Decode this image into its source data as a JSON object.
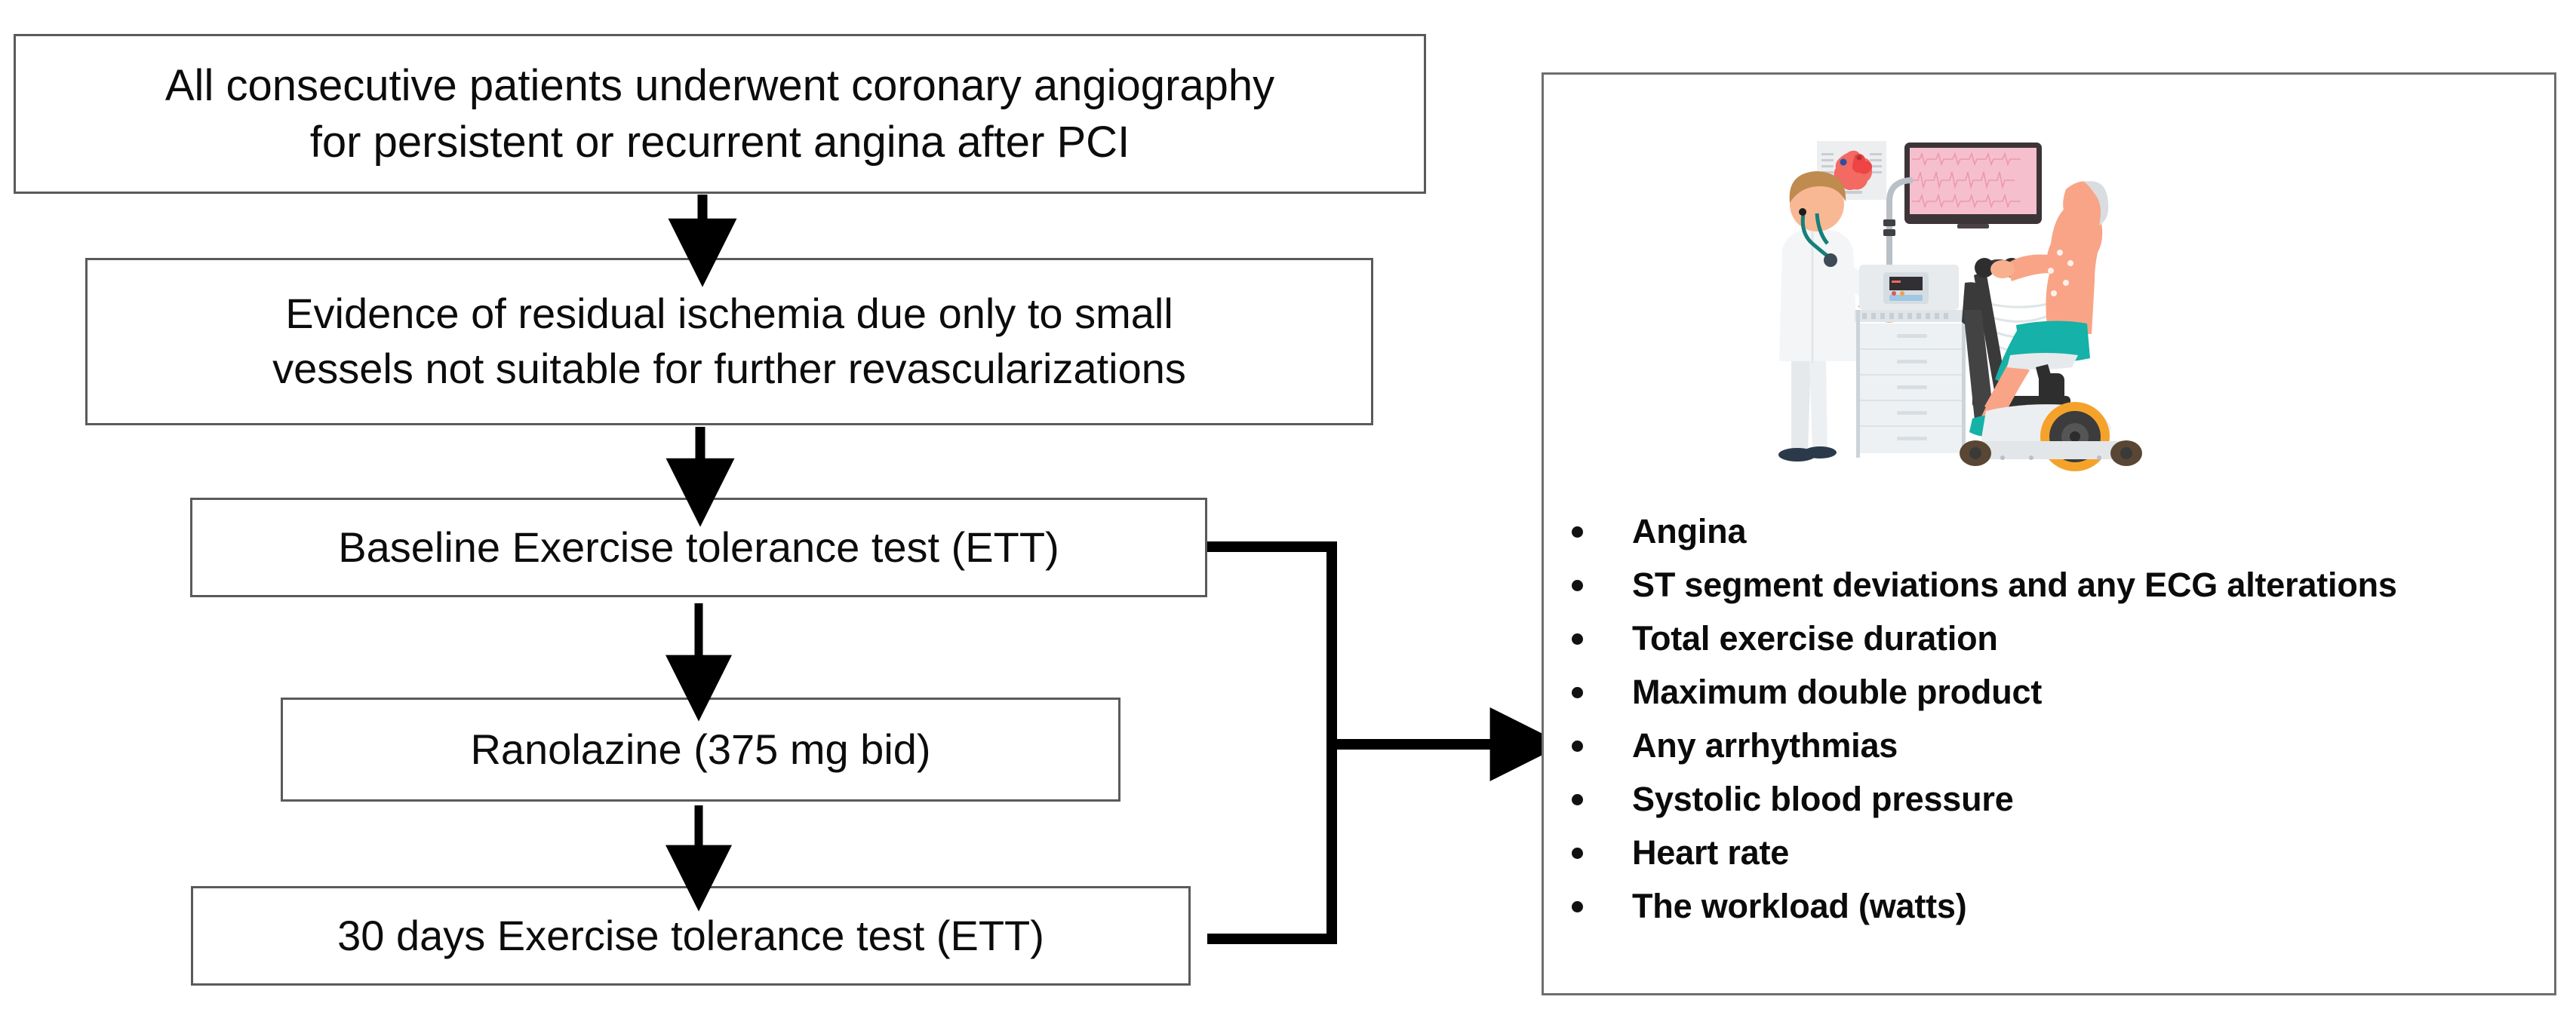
{
  "flow": {
    "boxes": [
      {
        "id": "intake",
        "line1": "All consecutive patients underwent coronary angiography",
        "line2": "for persistent or recurrent angina after PCI"
      },
      {
        "id": "ischemia",
        "line1": "Evidence of residual ischemia due only to small",
        "line2": "vessels not suitable for further revascularizations"
      },
      {
        "id": "ett-base",
        "line1": "Baseline Exercise tolerance test (ETT)",
        "line2": ""
      },
      {
        "id": "ranolazine",
        "line1": "Ranolazine (375 mg bid)",
        "line2": ""
      },
      {
        "id": "ett-30",
        "line1": "30 days Exercise tolerance test (ETT)",
        "line2": ""
      }
    ],
    "arrows": [
      {
        "name": "arrow-intake-to-ischemia"
      },
      {
        "name": "arrow-ischemia-to-baseline-ett"
      },
      {
        "name": "arrow-baseline-ett-to-ranolazine"
      },
      {
        "name": "arrow-ranolazine-to-30day-ett"
      },
      {
        "name": "bracket-ett-to-outcomes"
      }
    ]
  },
  "outcome_panel": {
    "illustration": {
      "name": "exercise-stress-test-illustration",
      "alt": "Doctor with stethoscope operating an ECG cart while an elderly patient pedals a stationary exercise bike, heart chart and pink ECG monitor above",
      "colors": {
        "monitor_screen": "#f6bfce",
        "monitor_frame": "#3d3438",
        "skin": "#f7a486",
        "coat": "#f2f4f5",
        "hair": "#c08b4e",
        "shorts": "#16b1a8",
        "flywheel": "#f5a22b",
        "frame_dark": "#3a3a3a",
        "cart": "#e9edef",
        "heart": "#ef4444"
      }
    },
    "items": [
      "Angina",
      "ST segment deviations and any ECG alterations",
      "Total exercise duration",
      "Maximum double product",
      "Any arrhythmias",
      "Systolic blood pressure",
      "Heart rate",
      "The workload (watts)"
    ]
  },
  "style": {
    "box_border": "#5a5a5a",
    "panel_border": "#6e6e6e",
    "text": "#0c0c0c",
    "connector": "#000000",
    "background": "#ffffff"
  }
}
